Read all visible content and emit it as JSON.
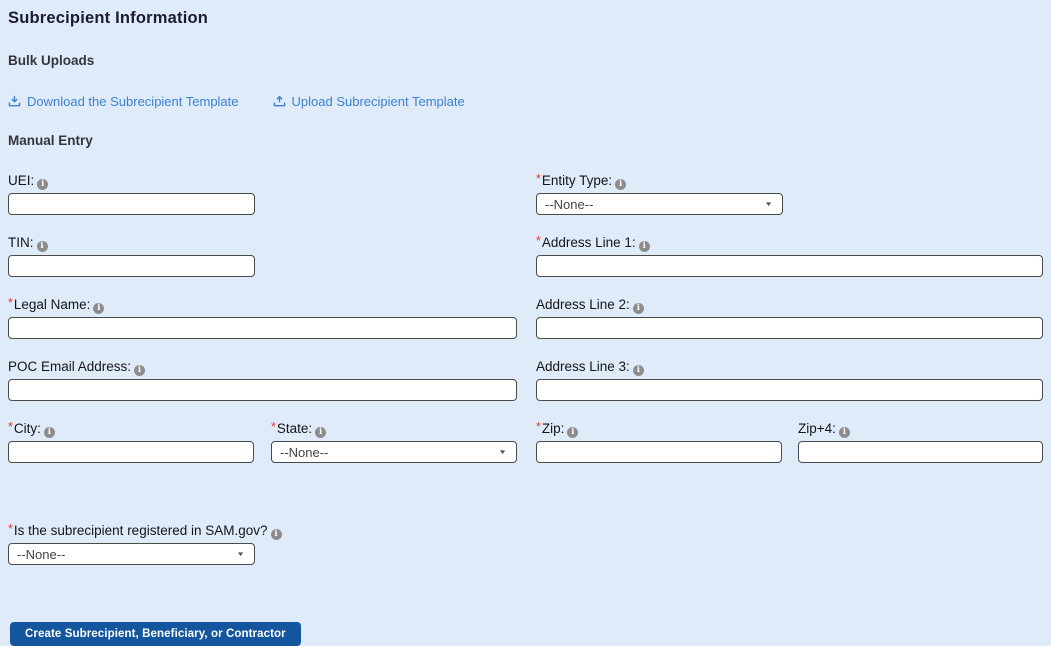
{
  "page": {
    "title": "Subrecipient Information"
  },
  "colors": {
    "background": "#e0ebfa",
    "link": "#3b82d4",
    "button": "#13569d",
    "required_marker": "#e03c31",
    "info_icon": "#8c8c8c"
  },
  "ui": {
    "required_marker": "*",
    "info_glyph": "i",
    "dropdown_arrow": "▼"
  },
  "bulk_uploads": {
    "heading": "Bulk Uploads",
    "download_link": "Download the Subrecipient Template",
    "upload_link": "Upload Subrecipient Template"
  },
  "manual_entry": {
    "heading": "Manual Entry",
    "fields": {
      "uei": {
        "label": "UEI:",
        "required": false,
        "value": ""
      },
      "entity_type": {
        "label": "Entity Type:",
        "required": true,
        "value": "--None--"
      },
      "tin": {
        "label": "TIN:",
        "required": false,
        "value": ""
      },
      "address_line_1": {
        "label": "Address Line 1:",
        "required": true,
        "value": ""
      },
      "legal_name": {
        "label": "Legal Name:",
        "required": true,
        "value": ""
      },
      "address_line_2": {
        "label": "Address Line 2:",
        "required": false,
        "value": ""
      },
      "poc_email": {
        "label": "POC Email Address:",
        "required": false,
        "value": ""
      },
      "address_line_3": {
        "label": "Address Line 3:",
        "required": false,
        "value": ""
      },
      "city": {
        "label": "City:",
        "required": true,
        "value": ""
      },
      "state": {
        "label": "State:",
        "required": true,
        "value": "--None--"
      },
      "zip": {
        "label": "Zip:",
        "required": true,
        "value": ""
      },
      "zip_plus_4": {
        "label": "Zip+4:",
        "required": false,
        "value": ""
      },
      "sam_registered": {
        "label": "Is the subrecipient registered in SAM.gov?",
        "required": true,
        "value": "--None--"
      }
    }
  },
  "actions": {
    "create_button": "Create Subrecipient, Beneficiary, or Contractor"
  }
}
